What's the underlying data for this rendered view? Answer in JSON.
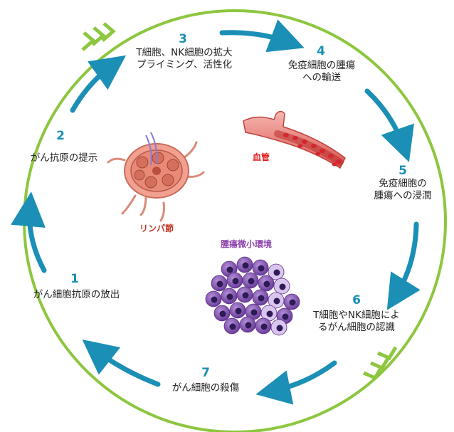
{
  "colors": {
    "ring": "#8dc63f",
    "arrow": "#1b8fb5",
    "number": "#1b8fb5",
    "text": "#222222",
    "vessel_label": "#e02020",
    "node_label": "#c0392b",
    "tme_label": "#8e44ad"
  },
  "steps": [
    {
      "number": "1",
      "lines": [
        "がん細胞抗原の放出"
      ]
    },
    {
      "number": "2",
      "lines": [
        "がん抗原の提示"
      ]
    },
    {
      "number": "3",
      "lines": [
        "T細胞、NK細胞の拡大",
        "プライミング、活性化"
      ]
    },
    {
      "number": "4",
      "lines": [
        "免疫細胞の腫瘍",
        "への輸送"
      ]
    },
    {
      "number": "5",
      "lines": [
        "免疫細胞の",
        "腫瘍への浸潤"
      ]
    },
    {
      "number": "6",
      "lines": [
        "T細胞やNK細胞によ",
        "るがん細胞の認識"
      ]
    },
    {
      "number": "7",
      "lines": [
        "がん細胞の殺傷"
      ]
    }
  ],
  "images": {
    "lymph_node": {
      "label": "リンパ節",
      "icon": "lymph-node-icon"
    },
    "blood_vessel": {
      "label": "血管",
      "icon": "blood-vessel-icon"
    },
    "tumor_microenvironment": {
      "label": "腫瘍微小環境",
      "icon": "tumor-cells-icon"
    }
  }
}
